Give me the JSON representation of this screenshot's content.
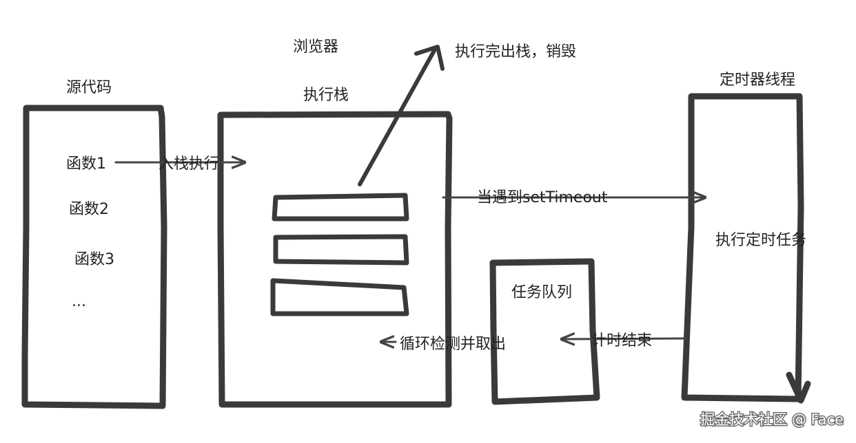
{
  "labels": {
    "browser": "浏览器",
    "source_code": "源代码",
    "exec_stack": "执行栈",
    "timer_thread": "定时器线程",
    "pop_destroy": "执行完出栈，销毁",
    "func1": "函数1",
    "func2": "函数2",
    "func3": "函数3",
    "ellipsis": "...",
    "push_exec": "入栈执行",
    "on_settimeout": "当遇到setTimeout",
    "exec_timer_task": "执行定时任务",
    "task_queue": "任务队列",
    "timer_end": "计时结束",
    "loop_check": "循环检测并取出"
  },
  "watermark": "掘金技术社区 @ Face"
}
